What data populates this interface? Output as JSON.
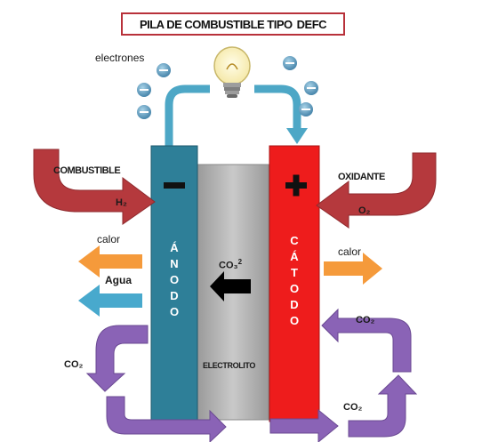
{
  "title": {
    "main": "PILA DE COMBUSTIBLE TIPO",
    "suffix": "DEFC"
  },
  "labels": {
    "electrons": "electrones",
    "fuel": "COMBUSTIBLE",
    "h2": "H₂",
    "oxidant": "OXIDANTE",
    "o2": "O₂",
    "heat_left": "calor",
    "water": "Agua",
    "heat_right": "calor",
    "anode_letters": [
      "Á",
      "N",
      "O",
      "D",
      "O"
    ],
    "cathode_letters": [
      "C",
      "Á",
      "T",
      "O",
      "D",
      "O"
    ],
    "minus": "−",
    "plus": "+",
    "carbonate": "CO₃",
    "carbonate_charge": "2",
    "electrolyte": "ELECTROLITO",
    "co2_left": "CO₂",
    "co2_right_top": "CO₂",
    "co2_right_bottom": "CO₂"
  },
  "colors": {
    "anode": "#2e7f98",
    "cathode": "#ee1c1c",
    "electrolyte": "#b5b5b5",
    "fuel_arrow": "#b5393d",
    "electron_wire": "#4da7c6",
    "heat": "#f59a3b",
    "water": "#48a9cd",
    "co2_arrow": "#8a63b6",
    "title_border": "#b8313a"
  }
}
